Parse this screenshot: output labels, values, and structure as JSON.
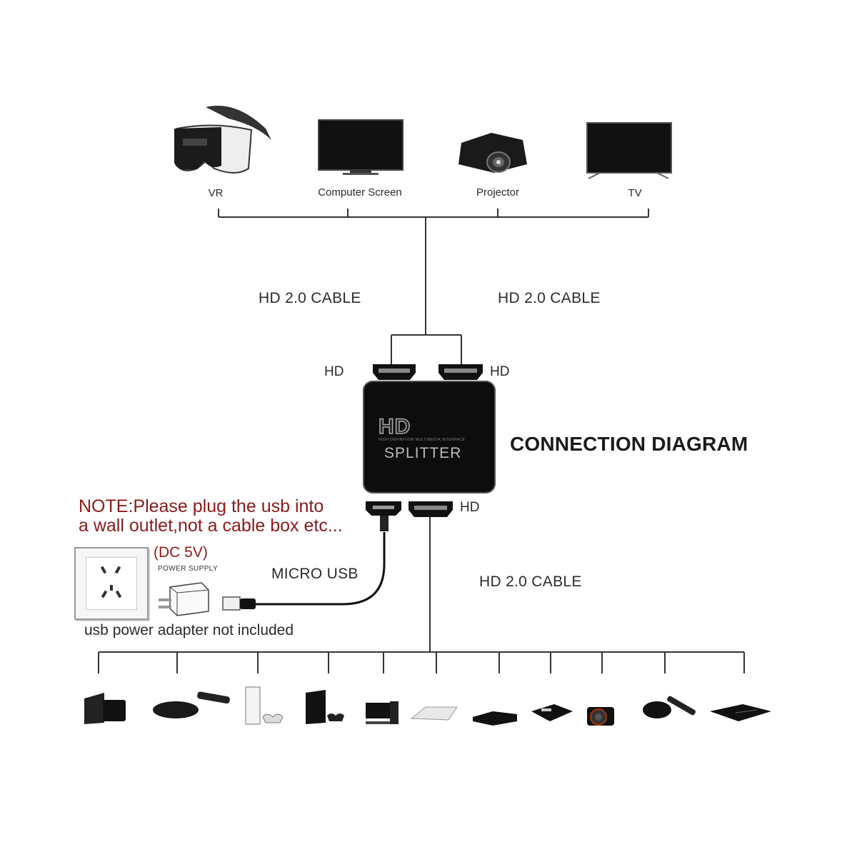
{
  "top_devices": [
    {
      "label": "VR",
      "icon": "vr-headset-icon"
    },
    {
      "label": "Computer Screen",
      "icon": "monitor-icon"
    },
    {
      "label": "Projector",
      "icon": "projector-icon"
    },
    {
      "label": "TV",
      "icon": "tv-icon"
    }
  ],
  "cables": {
    "left": "HD 2.0 CABLE",
    "right": "HD 2.0 CABLE",
    "input": "HD 2.0 CABLE",
    "usb": "MICRO USB"
  },
  "ports": {
    "out_left": "HD",
    "out_right": "HD",
    "input": "HD"
  },
  "splitter": {
    "logo": "HD",
    "subtitle": "HIGH DEFINITION MULTIMEDIA INTERFACE",
    "name": "SPLITTER"
  },
  "title": "CONNECTION DIAGRAM",
  "note": {
    "line1": "NOTE:Please plug the usb into",
    "line2": "a wall outlet,not a cable box etc..."
  },
  "power": {
    "voltage": "(DC 5V)",
    "supply": "POWER SUPPLY",
    "adapter_note": "usb power adapter not included"
  },
  "source_devices": [
    "tv-box-icon",
    "media-player-icon",
    "game-console-icon",
    "ps4-icon",
    "desktop-pc-icon",
    "laptop-icon",
    "dvd-player-icon",
    "set-top-box-icon",
    "camera-icon",
    "streaming-box-icon",
    "blu-ray-player-icon"
  ],
  "colors": {
    "note": "#8b1a1a",
    "device": "#111111",
    "line": "#333333"
  }
}
